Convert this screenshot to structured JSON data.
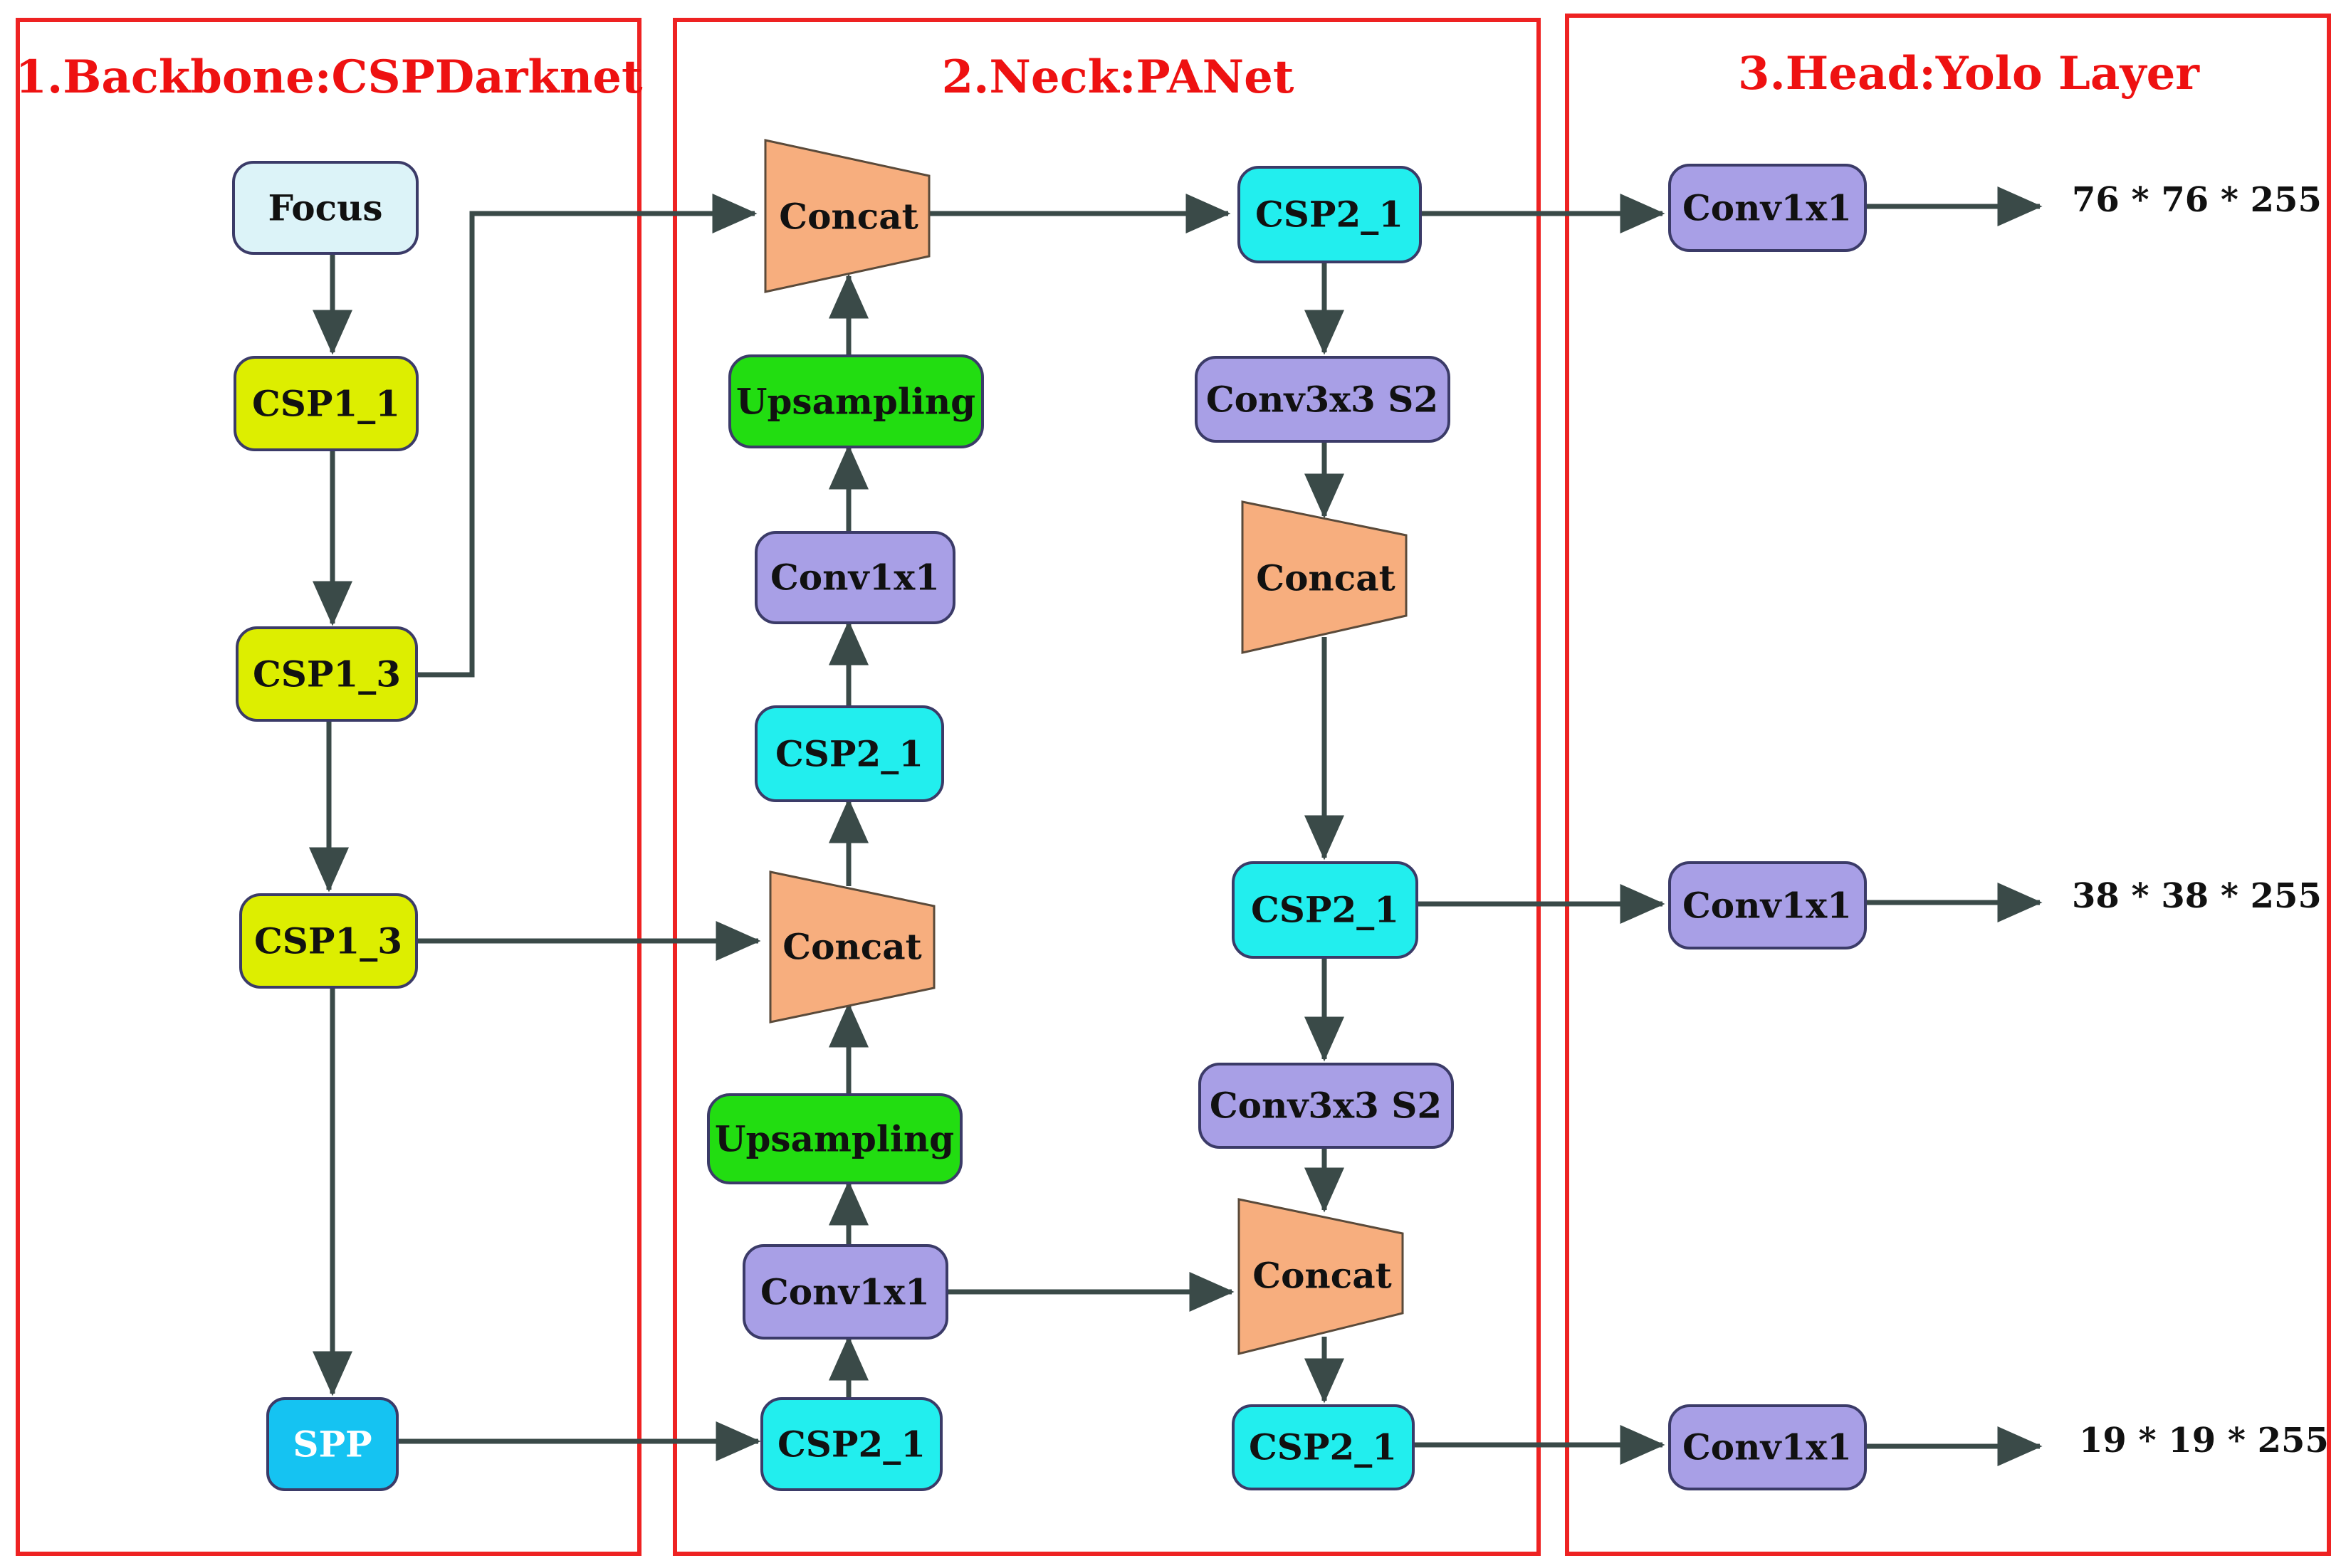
{
  "sections": {
    "backbone": "1.Backbone:CSPDarknet",
    "neck": "2.Neck:PANet",
    "head": "3.Head:Yolo Layer"
  },
  "nodes": {
    "focus": "Focus",
    "csp1_1": "CSP1_1",
    "csp1_3a": "CSP1_3",
    "csp1_3b": "CSP1_3",
    "spp": "SPP",
    "concat_top": "Concat",
    "upsampling_top": "Upsampling",
    "conv1x1_top": "Conv1x1",
    "csp2_1_mid": "CSP2_1",
    "concat_mid": "Concat",
    "upsampling_bot": "Upsampling",
    "conv1x1_bot": "Conv1x1",
    "csp2_1_bot": "CSP2_1",
    "csp2_1_r1": "CSP2_1",
    "conv3x3_s2_a": "Conv3x3 S2",
    "concat_r1": "Concat",
    "csp2_1_r2": "CSP2_1",
    "conv3x3_s2_b": "Conv3x3 S2",
    "concat_r2": "Concat",
    "csp2_1_r3": "CSP2_1",
    "head_conv1": "Conv1x1",
    "head_conv2": "Conv1x1",
    "head_conv3": "Conv1x1"
  },
  "outputs": {
    "out1": "76 * 76 * 255",
    "out2": "38 * 38 * 255",
    "out3": "19 * 19 * 255"
  },
  "colors": {
    "frame": "#ee2222",
    "title": "#ee1111",
    "focus": "#dcf3f8",
    "csp1": "#ddee00",
    "spp": "#15c3f2",
    "csp2": "#22eeee",
    "conv": "#a89fe6",
    "upsampling": "#22dd11",
    "concat": "#f7ae7e",
    "edge": "#3a4a48"
  }
}
